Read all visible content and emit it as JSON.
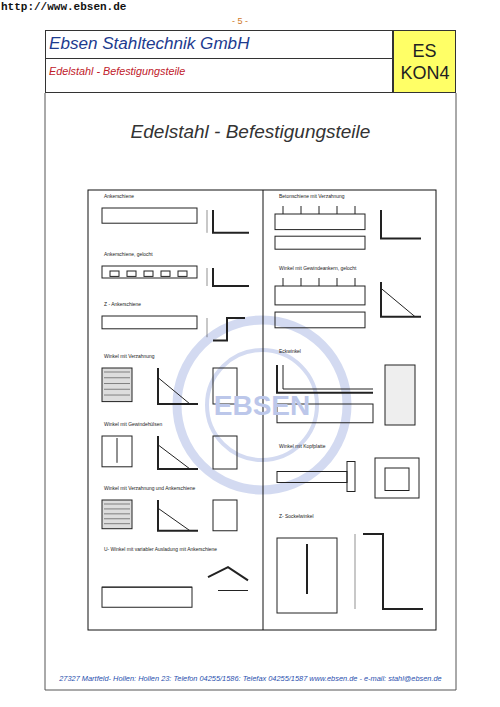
{
  "diagram": {
    "title": "Edelstahl - Befestigungsteile",
    "nodes": [
      {
        "text": [
          "Ebsen Stahltechnik GmbH",
          "Edelstahl - Befestigungsteile"
        ]
      },
      {
        "text": [
          "ES KON4"
        ]
      },
      {
        "text": [
          "Ankerschiene"
        ]
      },
      {
        "text": [
          "Ankerschiene, gelocht"
        ]
      },
      {
        "text": [
          "Z - Ankerschiene"
        ]
      },
      {
        "text": [
          "Winkel mit Verzahnung"
        ]
      },
      {
        "text": [
          "Winkel mit Gewindehülsen"
        ]
      },
      {
        "text": [
          "Winkel mit Verzahnung und Ankerschiene"
        ]
      },
      {
        "text": [
          "U- Winkel mit variabler Ausladung mit Ankerschiene"
        ]
      },
      {
        "text": [
          "Betonschiene mit Verzahnung"
        ]
      },
      {
        "text": [
          "Winkel mit Gewindeankern, gelocht"
        ]
      },
      {
        "text": [
          "Eckwinkel"
        ]
      },
      {
        "text": [
          "Winkel mit Kopfplatte"
        ]
      },
      {
        "text": [
          "Z- Sockelwinkel"
        ]
      }
    ],
    "labels": [
      "http://www.ebsen.de",
      "- 5 -",
      "EBSEN",
      "27327 Martfeld- Hollen: Hollen 23: Telefon 04255/1586: Telefax 04255/1587  www.ebsen.de - e-mail: stahl@ebsen.de"
    ]
  }
}
